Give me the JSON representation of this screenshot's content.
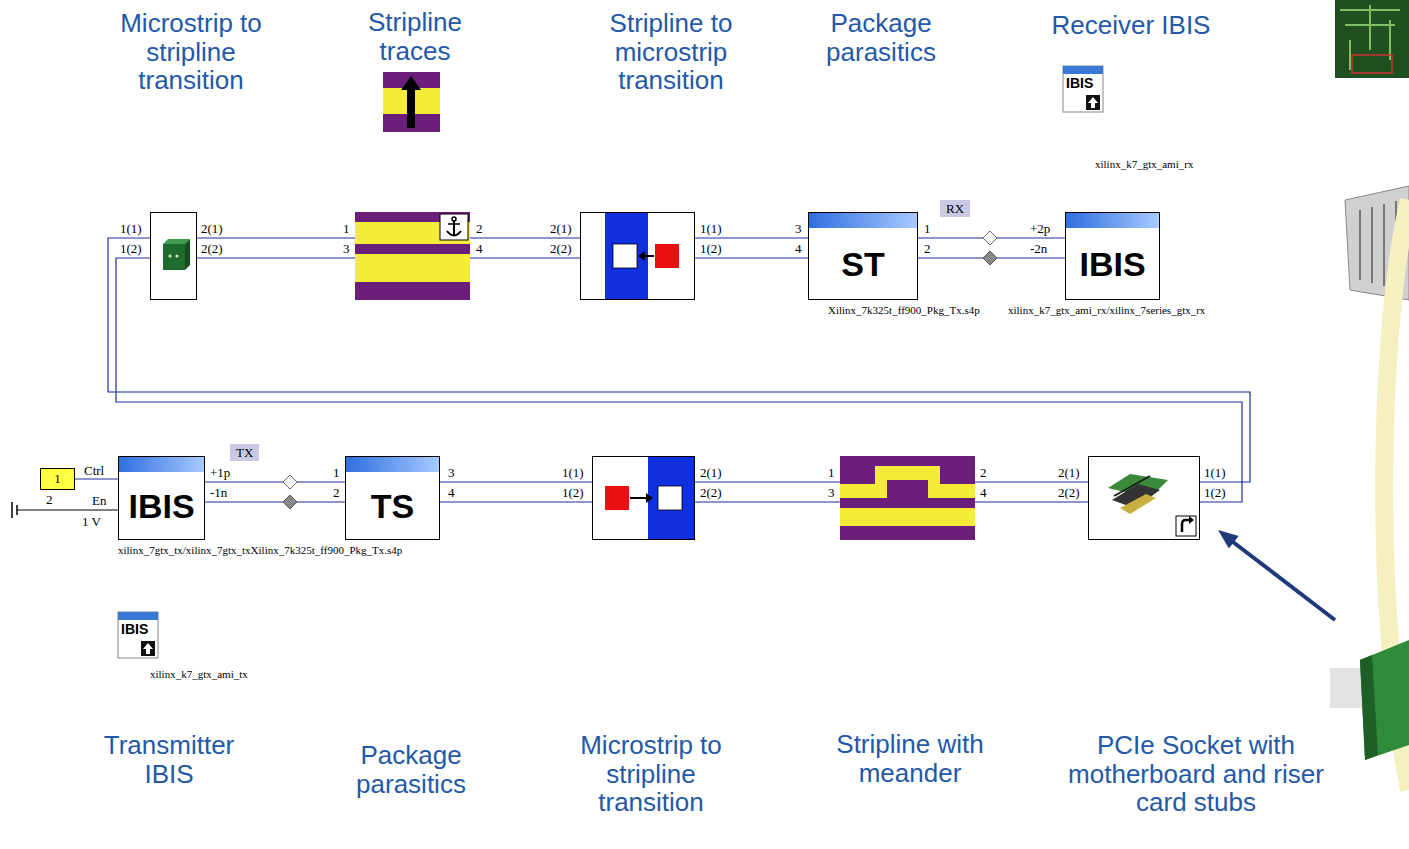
{
  "diagram": {
    "nodes": [
      {
        "text": [
          "Microstrip to stripline transition"
        ]
      },
      {
        "text": [
          "Stripline traces"
        ]
      },
      {
        "text": [
          "Stripline to microstrip transition"
        ]
      },
      {
        "text": [
          "ST",
          "Package parasitics"
        ]
      },
      {
        "text": [
          "IBIS",
          "Receiver IBIS"
        ]
      },
      {
        "text": [
          "IBIS",
          "Transmitter IBIS"
        ]
      },
      {
        "text": [
          "TS",
          "Package parasitics"
        ]
      },
      {
        "text": [
          "Microstrip to stripline transition"
        ]
      },
      {
        "text": [
          "Stripline with meander"
        ]
      },
      {
        "text": [
          "PCIe Socket with motherboard and riser card stubs"
        ]
      },
      {
        "text": [
          "1"
        ]
      }
    ],
    "edges": [
      {
        "from": 10,
        "to": 5,
        "arrow": "none"
      },
      {
        "from": 5,
        "to": 6,
        "arrow": "none"
      },
      {
        "from": 6,
        "to": 7,
        "arrow": "none"
      },
      {
        "from": 7,
        "to": 8,
        "arrow": "none"
      },
      {
        "from": 8,
        "to": 9,
        "arrow": "none"
      },
      {
        "from": 9,
        "to": 0,
        "arrow": "none"
      },
      {
        "from": 0,
        "to": 1,
        "arrow": "none"
      },
      {
        "from": 1,
        "to": 2,
        "arrow": "none"
      },
      {
        "from": 2,
        "to": 3,
        "arrow": "none"
      },
      {
        "from": 3,
        "to": 4,
        "arrow": "none"
      }
    ],
    "labels": [
      "IBIS",
      "xilinx_k7_gtx_ami_rx",
      "1(1)",
      "1(2)",
      "2(1)",
      "2(2)",
      "1",
      "3",
      "2",
      "4",
      "2(1)",
      "2(2)",
      "1(1)",
      "1(2)",
      "3",
      "4",
      "RX",
      "1",
      "2",
      "+2p",
      "-2n",
      "Xilinx_7k325t_ff900_Pkg_Tx.s4p",
      "xilinx_k7_gtx_ami_rx/xilinx_7series_gtx_rx",
      "Ctrl",
      "En",
      "2",
      "1 V",
      "TX",
      "+1p",
      "-1n",
      "1",
      "2",
      "3",
      "4",
      "1(1)",
      "1(2)",
      "2(1)",
      "2(2)",
      "1",
      "3",
      "2",
      "4",
      "2(1)",
      "2(2)",
      "1(1)",
      "1(2)",
      "xilinx_7gtx_tx/xilinx_7gtx_txXilinx_7k325t_ff900_Pkg_Tx.s4p",
      "IBIS",
      "xilinx_k7_gtx_ami_tx"
    ]
  }
}
